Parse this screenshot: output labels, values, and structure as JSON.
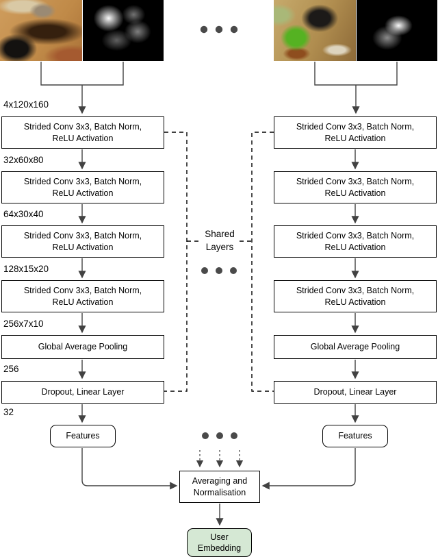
{
  "diagram": {
    "dim_labels": [
      "4x120x160",
      "32x60x80",
      "64x30x40",
      "128x15x20",
      "256x7x10",
      "256",
      "32"
    ],
    "conv_block": {
      "line1": "Strided Conv 3x3, Batch Norm,",
      "line2": "ReLU Activation"
    },
    "pooling_block": "Global Average Pooling",
    "dropout_block": "Dropout, Linear Layer",
    "features_block": "Features",
    "shared_layers": {
      "line1": "Shared",
      "line2": "Layers"
    },
    "averaging_block": {
      "line1": "Averaging and",
      "line2": "Normalisation"
    },
    "embedding_block": {
      "line1": "User",
      "line2": "Embedding"
    }
  },
  "images": {
    "left_photo": "cats-on-scratching-post-photo",
    "left_saliency": "gaze-saliency-heatmap",
    "right_photo": "cat-eating-grass-photo",
    "right_saliency": "gaze-saliency-heatmap"
  },
  "colors": {
    "embedding_fill": "#d5e8d4",
    "line": "#424242",
    "dashed_bracket": "#000000",
    "dot": "#4a4a4a"
  }
}
